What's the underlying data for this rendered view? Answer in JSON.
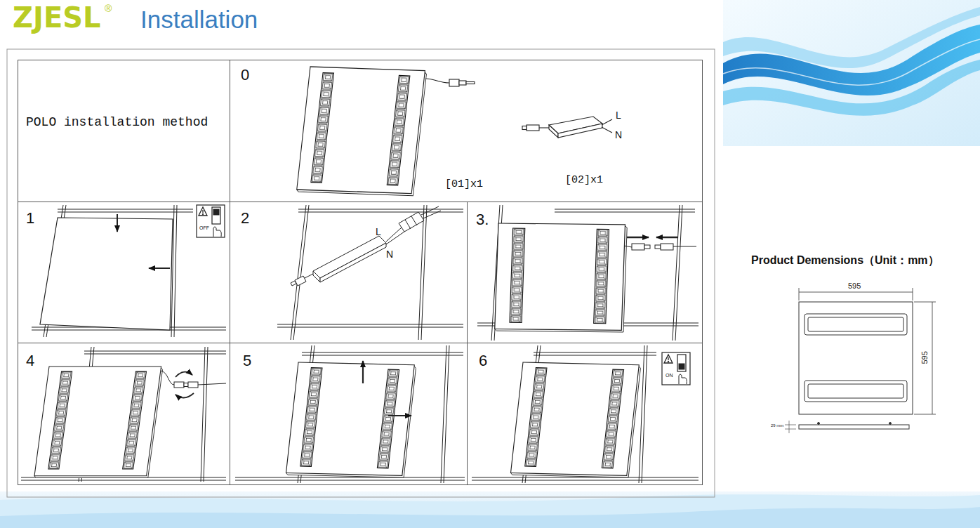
{
  "diagram": {
    "title": "Installation",
    "nodes": [
      {
        "text": [
          "POLO installation method"
        ]
      },
      {
        "text": [
          "0"
        ]
      },
      {
        "text": [
          "1"
        ]
      },
      {
        "text": [
          "2"
        ]
      },
      {
        "text": [
          "3."
        ]
      },
      {
        "text": [
          "4"
        ]
      },
      {
        "text": [
          "5"
        ]
      },
      {
        "text": [
          "6"
        ]
      }
    ],
    "labels": [
      "ZJESL",
      "®",
      "[01]x1",
      "[02]x1",
      "L",
      "N",
      "OFF",
      "L",
      "N",
      "ON",
      "Product Demensions（Unit：mm）",
      "595",
      "595",
      "29 mm"
    ]
  }
}
